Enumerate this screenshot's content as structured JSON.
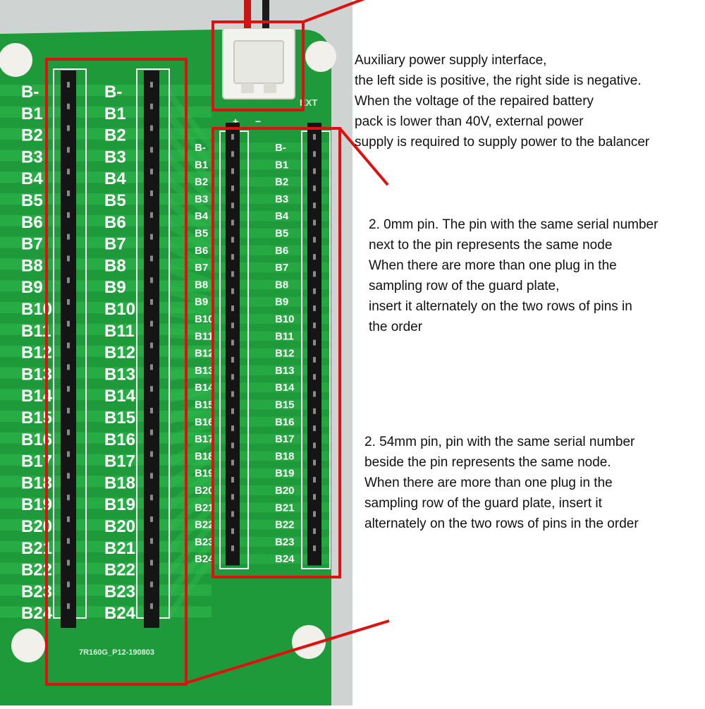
{
  "annotations": {
    "aux_power": {
      "lines": [
        "Auxiliary power supply interface,",
        "the left side is positive, the right side is negative.",
        "When the voltage of the repaired battery",
        "pack is lower than 40V, external power",
        "supply is required to supply power to the balancer"
      ]
    },
    "pin_2mm": {
      "lines": [
        "2. 0mm pin. The pin with the same serial number",
        "next to the pin represents the same node",
        "When there are more than one plug in the",
        "sampling row of the guard plate,",
        "insert it alternately on the two rows of pins in",
        "the order"
      ]
    },
    "pin_254mm": {
      "lines": [
        "2. 54mm pin, pin with the same serial number",
        "beside the pin represents the same node.",
        "When there are more than one plug in the",
        "sampling row of the guard plate, insert it",
        "alternately on the two rows of pins in the order"
      ]
    }
  },
  "board": {
    "pin_labels": [
      "B-",
      "B1",
      "B2",
      "B3",
      "B4",
      "B5",
      "B6",
      "B7",
      "B8",
      "B9",
      "B10",
      "B11",
      "B12",
      "B13",
      "B14",
      "B15",
      "B16",
      "B17",
      "B18",
      "B19",
      "B20",
      "B21",
      "B22",
      "B23",
      "B24"
    ],
    "silkscreen_code": "7R160G_P12-190803",
    "connector_label": "EXT",
    "polarity_plus": "+",
    "polarity_minus": "−"
  },
  "colors": {
    "pcb_green": "#1e9a3a",
    "trace_green": "#2fba4e",
    "highlight_red": "#e01010",
    "silkscreen_white": "#ffffff",
    "connector_white": "#f2f2ee",
    "header_black": "#151515"
  }
}
